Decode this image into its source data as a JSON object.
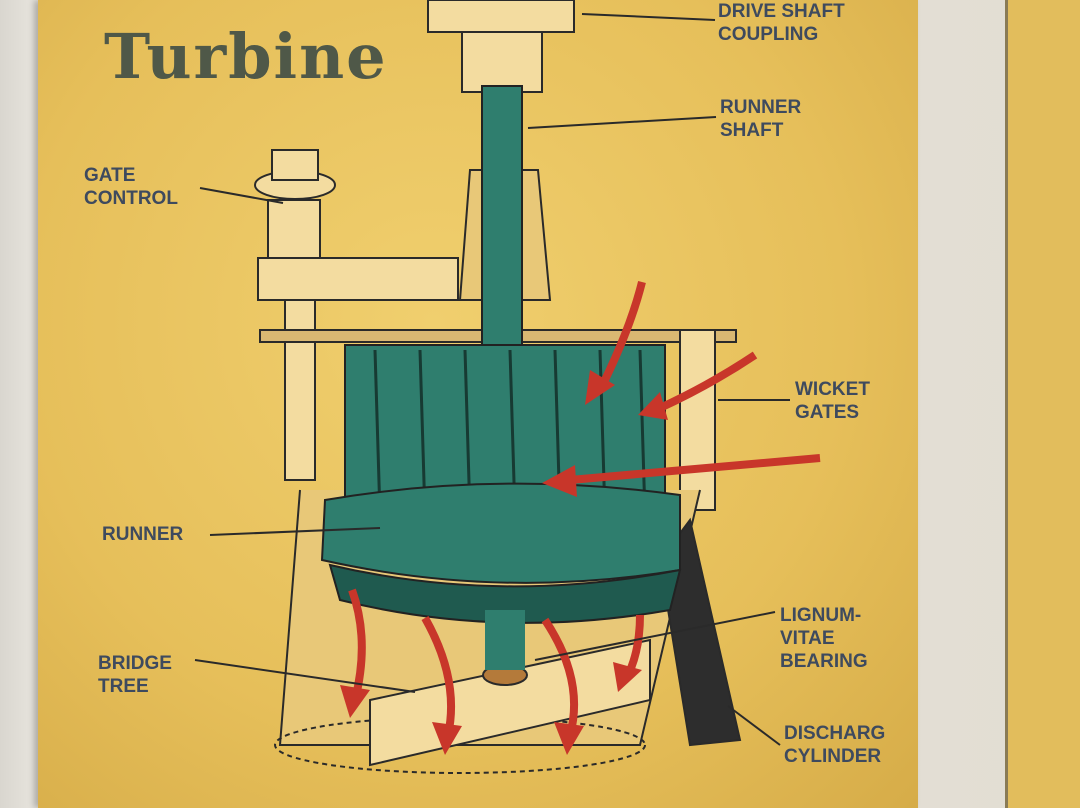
{
  "title": "Turbine",
  "labels": {
    "drive_shaft_coupling": "DRIVE SHAFT\nCOUPLING",
    "runner_shaft": "RUNNER\nSHAFT",
    "gate_control": "GATE\nCONTROL",
    "wicket_gates": "WICKET\nGATES",
    "runner": "RUNNER",
    "lignum_vitae_bearing": "LIGNUM-\nVITAE\nBEARING",
    "bridge_tree": "BRIDGE\nTREE",
    "discharge_cylinder": "DISCHARG\nCYLINDER"
  },
  "colors": {
    "poster": "#e6bf5a",
    "teal": "#2f7e6e",
    "arrow": "#c8362a",
    "text": "#3e4a5e"
  }
}
